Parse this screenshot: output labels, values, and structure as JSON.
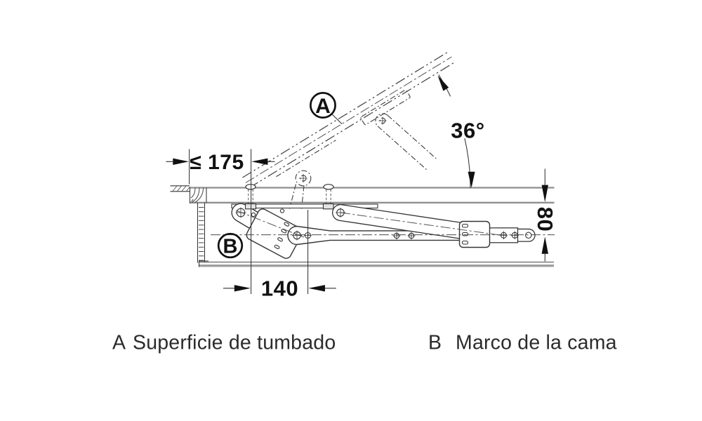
{
  "diagram": {
    "dimensions": {
      "offset_max": "≤ 175",
      "tilt_angle": "36°",
      "pivot_spacing": "140",
      "mount_height": "80"
    },
    "part_labels": {
      "surface": "A",
      "frame": "B"
    },
    "legend": [
      {
        "key": "A",
        "text": "Superficie de tumbado"
      },
      {
        "key": "B",
        "text": "Marco de la cama"
      }
    ],
    "colors": {
      "line": "#333333",
      "gray_line": "#8f8f8f",
      "background": "#ffffff"
    }
  }
}
